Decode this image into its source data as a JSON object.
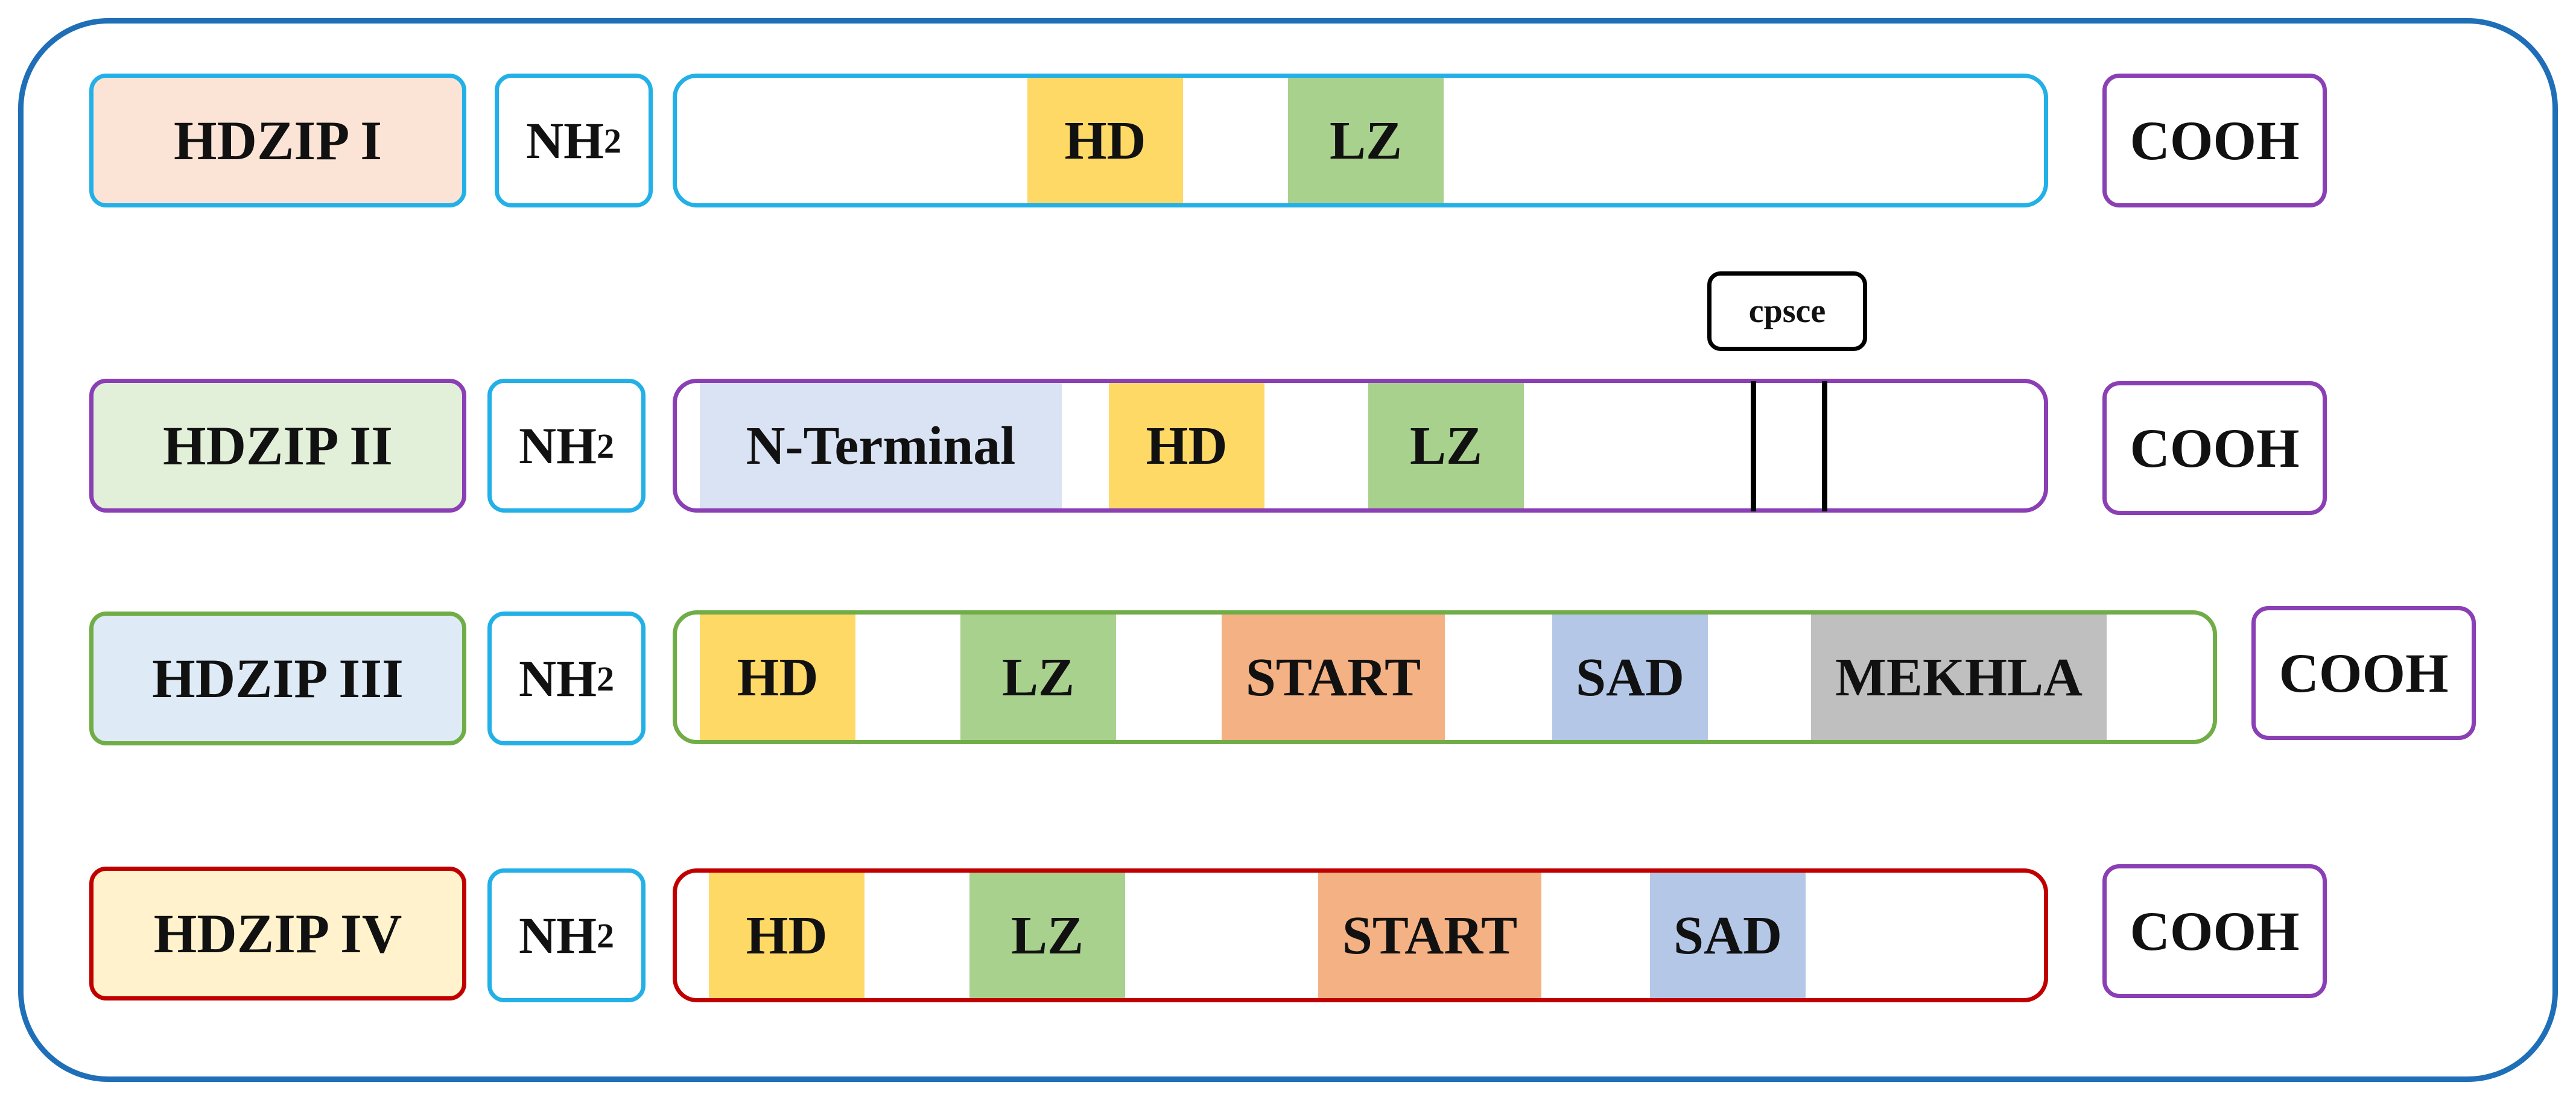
{
  "classes": [
    {
      "label": "HDZIP I",
      "nh": "NH",
      "nh_sub": "2",
      "cooh": "COOH",
      "label_bg": "#fbe4d6",
      "label_border": "#22b0e6",
      "bar_border": "#22b0e6",
      "domains": [
        {
          "name": "HD",
          "color": "#ffd966"
        },
        {
          "name": "LZ",
          "color": "#a9d18e"
        }
      ]
    },
    {
      "label": "HDZIP II",
      "nh": "NH",
      "nh_sub": "2",
      "cooh": "COOH",
      "label_bg": "#e2efd9",
      "label_border": "#8a3fb5",
      "bar_border": "#8a3fb5",
      "domains": [
        {
          "name": "N-Terminal",
          "color": "#dae3f3"
        },
        {
          "name": "HD",
          "color": "#ffd966"
        },
        {
          "name": "LZ",
          "color": "#a9d18e"
        }
      ],
      "motif": "cpsce"
    },
    {
      "label": "HDZIP III",
      "nh": "NH",
      "nh_sub": "2",
      "cooh": "COOH",
      "label_bg": "#deebf7",
      "label_border": "#70ad47",
      "bar_border": "#70ad47",
      "domains": [
        {
          "name": "HD",
          "color": "#ffd966"
        },
        {
          "name": "LZ",
          "color": "#a9d18e"
        },
        {
          "name": "START",
          "color": "#f4b183"
        },
        {
          "name": "SAD",
          "color": "#b4c7e7"
        },
        {
          "name": "MEKHLA",
          "color": "#bfbfbf"
        }
      ]
    },
    {
      "label": "HDZIP IV",
      "nh": "NH",
      "nh_sub": "2",
      "cooh": "COOH",
      "label_bg": "#fff2cc",
      "label_border": "#c00000",
      "bar_border": "#c00000",
      "domains": [
        {
          "name": "HD",
          "color": "#ffd966"
        },
        {
          "name": "LZ",
          "color": "#a9d18e"
        },
        {
          "name": "START",
          "color": "#f4b183"
        },
        {
          "name": "SAD",
          "color": "#b4c7e7"
        }
      ]
    }
  ]
}
